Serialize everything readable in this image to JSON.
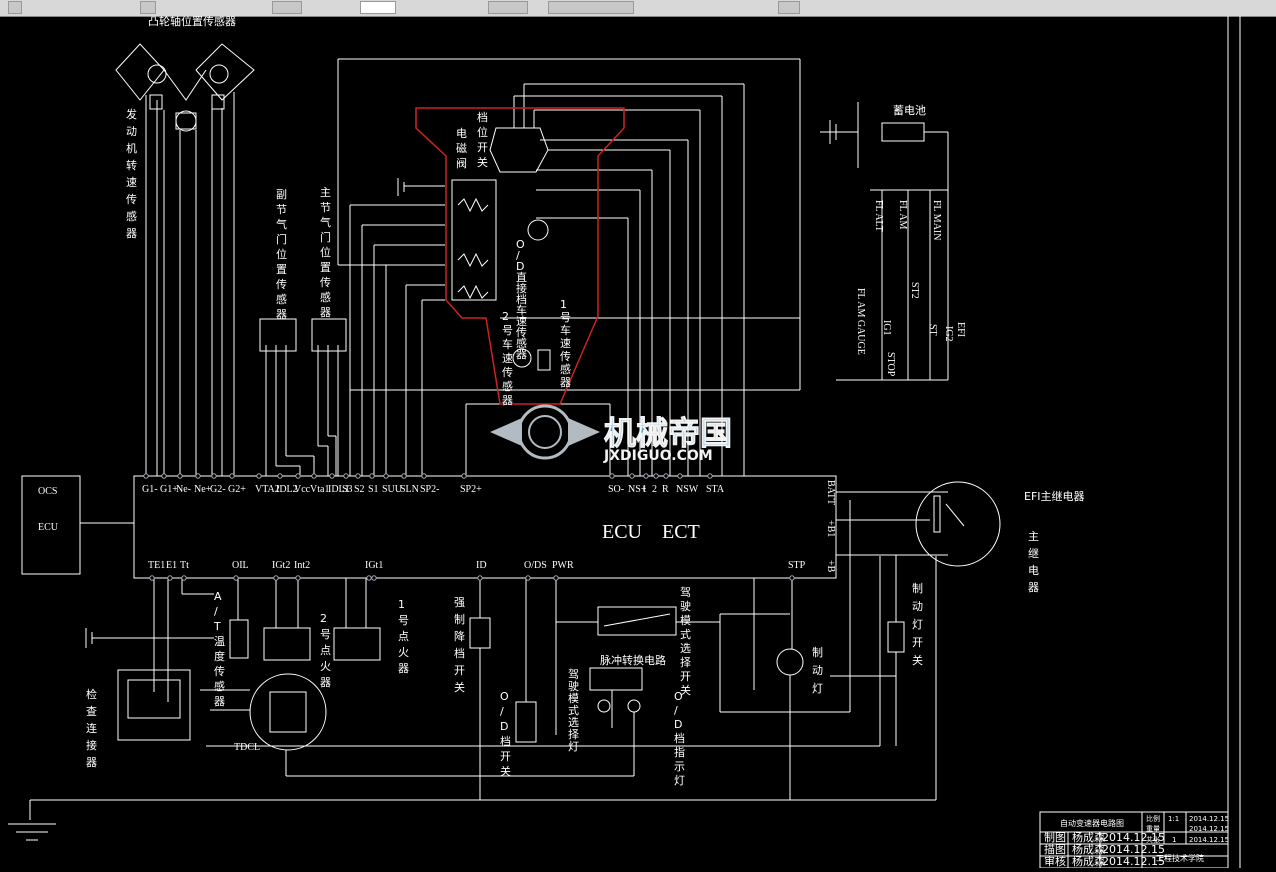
{
  "diagram": {
    "colors": {
      "background": "#000000",
      "wire": "#ffffff",
      "solenoid_outline": "#cc2222",
      "watermark": "#4aa3d9"
    },
    "labels": {
      "cam_sensor": "凸轮轴位置传感器",
      "engine_speed_sensor": "发动机转速传感器",
      "sub_throttle_sensor": "副节气门位置传感器",
      "main_throttle_sensor": "主节气门位置传感器",
      "solenoid_valve": "电磁阀",
      "shift_switch": "档位开关",
      "od_speed_sensor": "O/D直接档车速传感器",
      "speed_sensor_2": "2号车速传感器",
      "speed_sensor_1": "1号车速传感器",
      "battery": "蓄电池",
      "ocs": "OCS",
      "ecu_box": "ECU",
      "ecu_main": "ECU",
      "ect_main": "ECT",
      "efi_relay": "EFI主继电器",
      "at_temp_sensor": "A/T温度传感器",
      "igniter_2": "2号点火器",
      "igniter_1": "1号点火器",
      "kickdown_switch": "强制降档开关",
      "drive_mode_switch": "驾驶模式选择开关",
      "pulse_circuit": "脉冲转换电路",
      "drive_mode_lamp": "驾驶模式选择灯",
      "od_indicator": "O/D档指示灯",
      "od_switch": "O/D档开关",
      "brake_lamp": "制动灯",
      "brake_switch": "制动灯开关",
      "check_connector": "检查连接器",
      "tdcl": "TDCL"
    },
    "top_pins": [
      "G1-",
      "G1+",
      "Ne-",
      "Ne+",
      "G2-",
      "G2+",
      "VTA2",
      "IDL2",
      "Vcc",
      "Vta1",
      "IDL1",
      "S3",
      "S2",
      "S1",
      "SUU",
      "SLN",
      "SP2-",
      "SP2+",
      "SO-",
      "NS+",
      "1",
      "2",
      "R",
      "NSW",
      "STA"
    ],
    "bottom_pins": [
      "TE1",
      "E1",
      "Tt",
      "OIL",
      "IGt2",
      "Int2",
      "IGt1",
      "IGt1",
      "ID",
      "O/DS",
      "PWR",
      "STP"
    ],
    "right_pins": [
      "+B",
      "+B1",
      "BATT"
    ],
    "fuse_labels": [
      "FL ALT",
      "FL AM",
      "FL MAIN",
      "FL AM GAUGE",
      "ST2",
      "IG1",
      "STOP",
      "ST",
      "IG2",
      "EFI"
    ],
    "watermark": {
      "cn": "机械帝国",
      "url": "JXDIGUO.COM"
    },
    "title_block": {
      "title": "自动变速器电路图",
      "rows": [
        {
          "role": "制图",
          "name": "杨成森",
          "date": "2014.12.15"
        },
        {
          "role": "描图",
          "name": "杨成森",
          "date": "2014.12.15"
        },
        {
          "role": "审核",
          "name": "杨成森",
          "date": "2014.12.15"
        }
      ],
      "scale_label": "比例",
      "scale": "1:1",
      "weight_label": "重量",
      "count_label": "共张",
      "count": "1",
      "date_right_1": "2014.12.15",
      "date_right_2": "2014.12.15",
      "date_right_3": "2014.12.15",
      "school": "工程技术学院"
    }
  }
}
